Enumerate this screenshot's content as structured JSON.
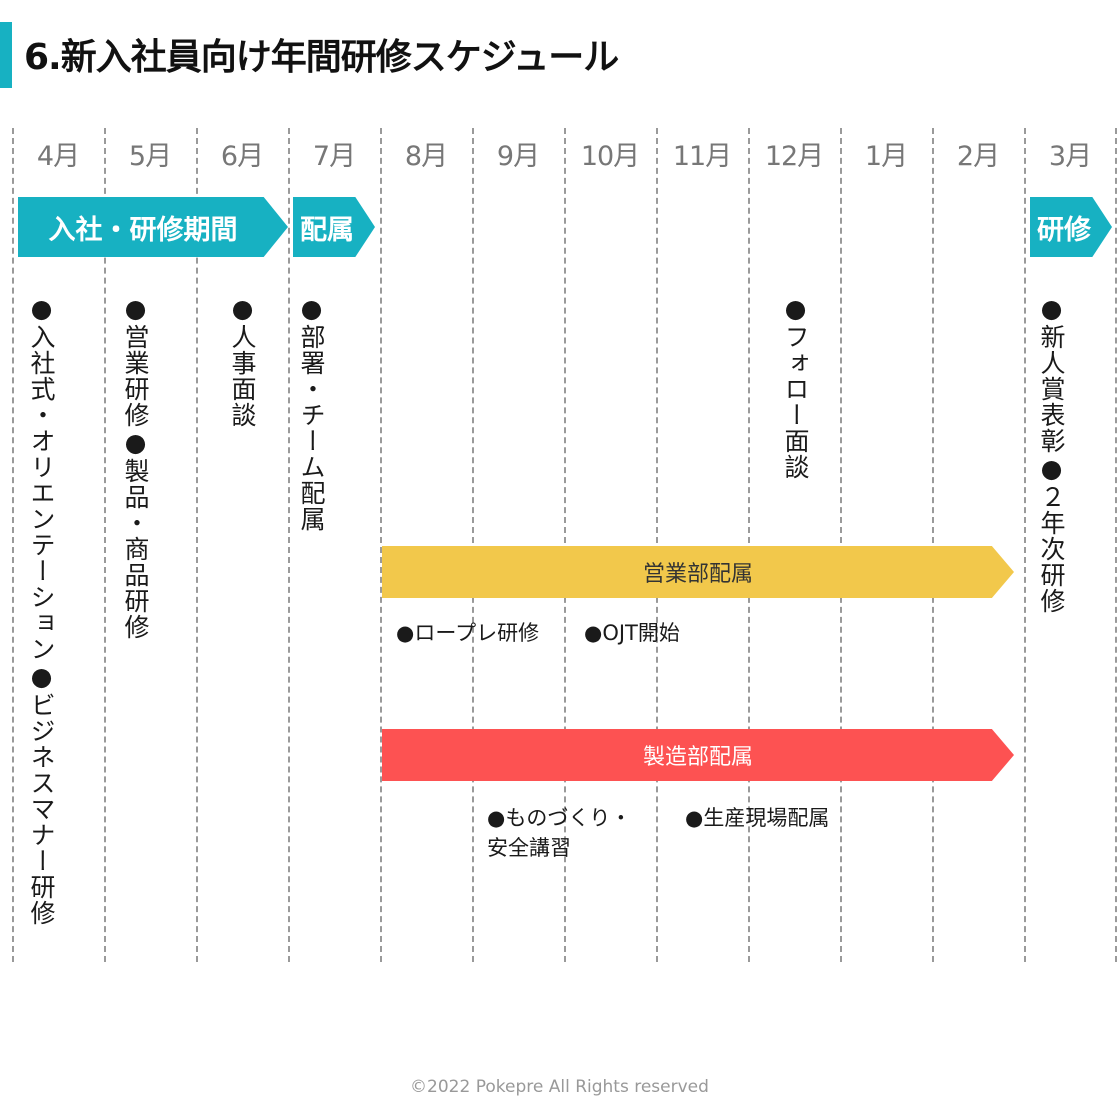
{
  "title": "6.新入社員向け年間研修スケジュール",
  "months": [
    "4月",
    "5月",
    "6月",
    "7月",
    "8月",
    "9月",
    "10月",
    "11月",
    "12月",
    "1月",
    "2月",
    "3月"
  ],
  "phases": {
    "onboarding": "入社・研修期間",
    "assignment": "配属",
    "training": "研修"
  },
  "events": {
    "apr_1": "●入社式・オリエンテーション",
    "apr_2": "●ビジネスマナー研修",
    "may_1": "●営業研修",
    "may_2": "●製品・商品研修",
    "jun_1": "●人事面談",
    "jul_1": "●部署・チーム配属",
    "dec_1": "●フォロー面談",
    "mar_1": "●新人賞表彰",
    "mar_2": "●２年次研修"
  },
  "sales": {
    "label": "営業部配属",
    "item1": "●ロープレ研修",
    "item2": "●OJT開始"
  },
  "manufacturing": {
    "label": "製造部配属",
    "item1_line1": "●ものづくり・",
    "item1_line2": "安全講習",
    "item2": "●生産現場配属"
  },
  "footer": "©2022 Pokepre All Rights reserved",
  "colors": {
    "teal": "#17b1c2",
    "yellow": "#f2c84b",
    "red": "#fd5252"
  }
}
